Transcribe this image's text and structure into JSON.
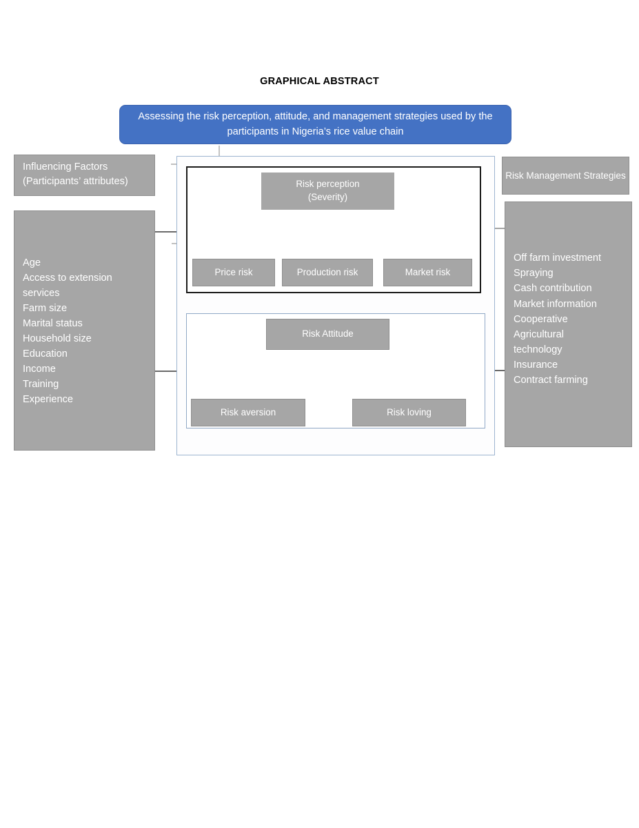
{
  "page": {
    "heading": "GRAPHICAL ABSTRACT",
    "banner_text": "Assessing the risk perception, attitude, and management strategies used by the participants in Nigeria’s rice value chain"
  },
  "colors": {
    "banner_blue": "#4472C4",
    "node_grey": "#A6A6A6",
    "panel_grey": "#A6A6A6",
    "container_border_blue": "#9DB4D0",
    "section_border_black": "#1A1A1A",
    "text_white": "#FFFFFF",
    "text_black": "#000000"
  },
  "left_panel": {
    "header": "Influencing Factors (Participants’ attributes)",
    "items": [
      "Age",
      "Access to extension",
      "services",
      "Farm size",
      "Marital status",
      "Household size",
      "Education",
      "Income",
      "Training",
      "Experience"
    ]
  },
  "right_panel": {
    "header": "Risk Management Strategies",
    "items": [
      "Off farm investment",
      "Spraying",
      "Cash contribution",
      "Market information",
      "Cooperative",
      "Agricultural",
      "technology",
      "Insurance",
      "Contract farming"
    ]
  },
  "flow": {
    "perception": {
      "title_line1": "Risk perception",
      "title_line2": "(Severity)",
      "children": [
        "Price risk",
        "Production risk",
        "Market risk"
      ]
    },
    "attitude": {
      "title": "Risk Attitude",
      "children": [
        "Risk aversion",
        "Risk loving"
      ]
    }
  }
}
